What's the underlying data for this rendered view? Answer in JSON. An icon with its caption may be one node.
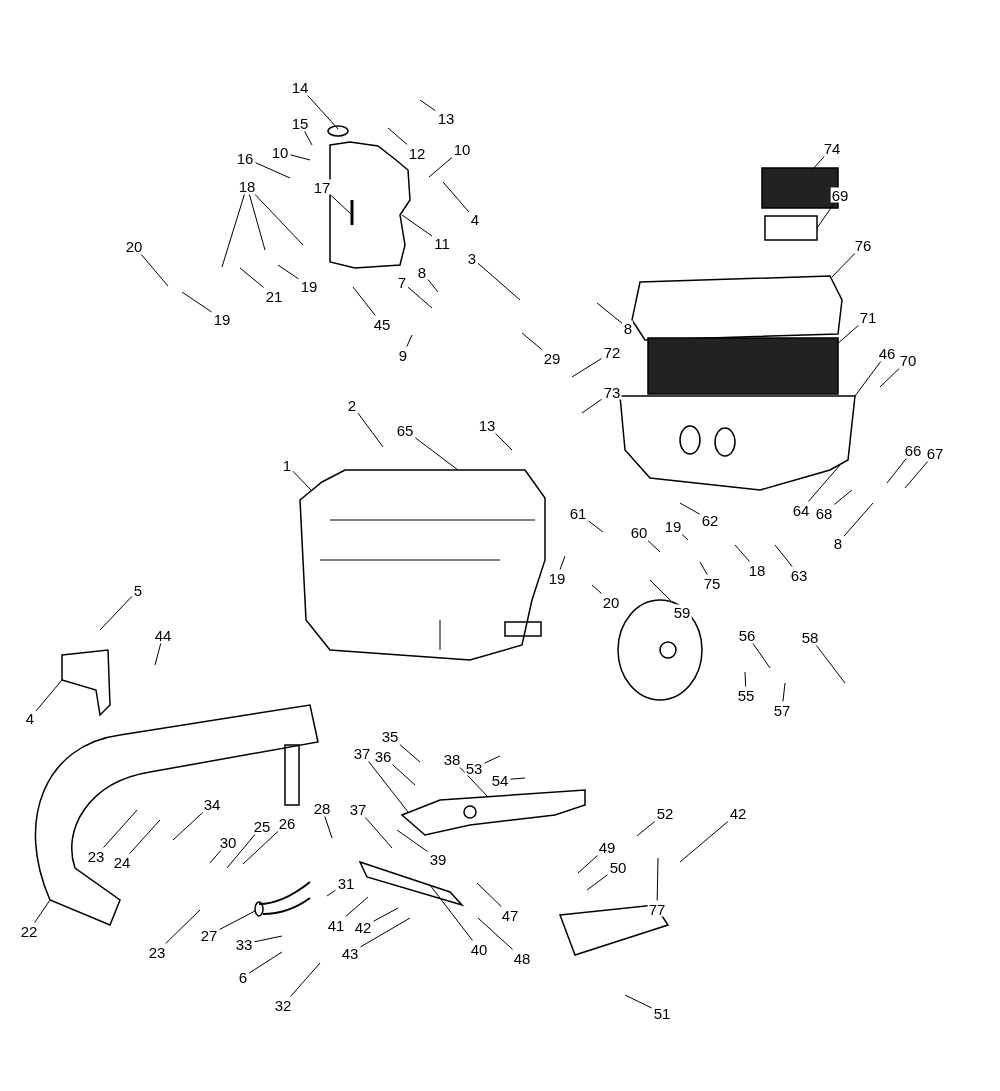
{
  "diagram": {
    "nodes": [
      {
        "text": [
          "14"
        ]
      },
      {
        "text": [
          "13"
        ]
      },
      {
        "text": [
          "15"
        ]
      },
      {
        "text": [
          "10"
        ]
      },
      {
        "text": [
          "10"
        ]
      },
      {
        "text": [
          "12"
        ]
      },
      {
        "text": [
          "16"
        ]
      },
      {
        "text": [
          "74"
        ]
      },
      {
        "text": [
          "18"
        ]
      },
      {
        "text": [
          "17"
        ]
      },
      {
        "text": [
          "4"
        ]
      },
      {
        "text": [
          "69"
        ]
      },
      {
        "text": [
          "11"
        ]
      },
      {
        "text": [
          "3"
        ]
      },
      {
        "text": [
          "76"
        ]
      },
      {
        "text": [
          "20"
        ]
      },
      {
        "text": [
          "8"
        ]
      },
      {
        "text": [
          "21"
        ]
      },
      {
        "text": [
          "19"
        ]
      },
      {
        "text": [
          "7"
        ]
      },
      {
        "text": [
          "45"
        ]
      },
      {
        "text": [
          "19"
        ]
      },
      {
        "text": [
          "71"
        ]
      },
      {
        "text": [
          "8"
        ]
      },
      {
        "text": [
          "9"
        ]
      },
      {
        "text": [
          "72"
        ]
      },
      {
        "text": [
          "29"
        ]
      },
      {
        "text": [
          "46"
        ]
      },
      {
        "text": [
          "70"
        ]
      },
      {
        "text": [
          "73"
        ]
      },
      {
        "text": [
          "2"
        ]
      },
      {
        "text": [
          "13"
        ]
      },
      {
        "text": [
          "65"
        ]
      },
      {
        "text": [
          "1"
        ]
      },
      {
        "text": [
          "66"
        ]
      },
      {
        "text": [
          "67"
        ]
      },
      {
        "text": [
          "64"
        ]
      },
      {
        "text": [
          "68"
        ]
      },
      {
        "text": [
          "61"
        ]
      },
      {
        "text": [
          "62"
        ]
      },
      {
        "text": [
          "19"
        ]
      },
      {
        "text": [
          "8"
        ]
      },
      {
        "text": [
          "60"
        ]
      },
      {
        "text": [
          "18"
        ]
      },
      {
        "text": [
          "63"
        ]
      },
      {
        "text": [
          "19"
        ]
      },
      {
        "text": [
          "75"
        ]
      },
      {
        "text": [
          "5"
        ]
      },
      {
        "text": [
          "20"
        ]
      },
      {
        "text": [
          "59"
        ]
      },
      {
        "text": [
          "44"
        ]
      },
      {
        "text": [
          "56"
        ]
      },
      {
        "text": [
          "58"
        ]
      },
      {
        "text": [
          "55"
        ]
      },
      {
        "text": [
          "57"
        ]
      },
      {
        "text": [
          "4"
        ]
      },
      {
        "text": [
          "35"
        ]
      },
      {
        "text": [
          "37"
        ]
      },
      {
        "text": [
          "36"
        ]
      },
      {
        "text": [
          "38"
        ]
      },
      {
        "text": [
          "53"
        ]
      },
      {
        "text": [
          "54"
        ]
      },
      {
        "text": [
          "52"
        ]
      },
      {
        "text": [
          "34"
        ]
      },
      {
        "text": [
          "28"
        ]
      },
      {
        "text": [
          "37"
        ]
      },
      {
        "text": [
          "42"
        ]
      },
      {
        "text": [
          "25"
        ]
      },
      {
        "text": [
          "26"
        ]
      },
      {
        "text": [
          "30"
        ]
      },
      {
        "text": [
          "49"
        ]
      },
      {
        "text": [
          "23"
        ]
      },
      {
        "text": [
          "24"
        ]
      },
      {
        "text": [
          "39"
        ]
      },
      {
        "text": [
          "50"
        ]
      },
      {
        "text": [
          "31"
        ]
      },
      {
        "text": [
          "47"
        ]
      },
      {
        "text": [
          "41"
        ]
      },
      {
        "text": [
          "42"
        ]
      },
      {
        "text": [
          "22"
        ]
      },
      {
        "text": [
          "27"
        ]
      },
      {
        "text": [
          "33"
        ]
      },
      {
        "text": [
          "23"
        ]
      },
      {
        "text": [
          "40"
        ]
      },
      {
        "text": [
          "43"
        ]
      },
      {
        "text": [
          "77"
        ]
      },
      {
        "text": [
          "48"
        ]
      },
      {
        "text": [
          "6"
        ]
      },
      {
        "text": [
          "32"
        ]
      },
      {
        "text": [
          "51"
        ]
      },
      {
        "text": [],
        "shape": "circle"
      },
      {
        "text": [],
        "shape": "picture"
      },
      {
        "text": [],
        "shape": "box"
      },
      {
        "text": [],
        "shape": "box"
      },
      {
        "text": [],
        "shape": "picture"
      },
      {
        "text": [],
        "shape": "box"
      },
      {
        "text": [],
        "shape": "picture"
      },
      {
        "text": [],
        "shape": "picture"
      },
      {
        "text": [],
        "shape": "picture"
      },
      {
        "text": [],
        "shape": "pipe"
      },
      {
        "text": [],
        "shape": "picture"
      },
      {
        "text": [],
        "shape": "picture"
      },
      {
        "text": [],
        "shape": "picture"
      }
    ],
    "edges": [
      {
        "from": 0,
        "to": 90,
        "arrow": "none"
      },
      {
        "from": 1,
        "to": null,
        "arrow": "none"
      },
      {
        "from": 2,
        "to": null,
        "arrow": "none"
      },
      {
        "from": 3,
        "to": null,
        "arrow": "none"
      },
      {
        "from": 4,
        "to": null,
        "arrow": "none"
      },
      {
        "from": 5,
        "to": null,
        "arrow": "none"
      },
      {
        "from": 6,
        "to": null,
        "arrow": "none"
      },
      {
        "from": 7,
        "to": 92,
        "arrow": "none"
      },
      {
        "from": 8,
        "to": null,
        "arrow": "none"
      },
      {
        "from": 8,
        "to": null,
        "arrow": "none"
      },
      {
        "from": 8,
        "to": null,
        "arrow": "none"
      },
      {
        "from": 9,
        "to": 91,
        "arrow": "none"
      },
      {
        "from": 10,
        "to": null,
        "arrow": "none"
      },
      {
        "from": 11,
        "to": 93,
        "arrow": "none"
      },
      {
        "from": 12,
        "to": 91,
        "arrow": "none"
      },
      {
        "from": 13,
        "to": null,
        "arrow": "none"
      },
      {
        "from": 14,
        "to": 94,
        "arrow": "none"
      },
      {
        "from": 15,
        "to": null,
        "arrow": "none"
      },
      {
        "from": 16,
        "to": null,
        "arrow": "none"
      },
      {
        "from": 17,
        "to": null,
        "arrow": "none"
      },
      {
        "from": 18,
        "to": null,
        "arrow": "none"
      },
      {
        "from": 19,
        "to": null,
        "arrow": "none"
      },
      {
        "from": 20,
        "to": null,
        "arrow": "none"
      },
      {
        "from": 21,
        "to": null,
        "arrow": "none"
      },
      {
        "from": 22,
        "to": 95,
        "arrow": "none"
      },
      {
        "from": 23,
        "to": null,
        "arrow": "none"
      },
      {
        "from": 24,
        "to": null,
        "arrow": "none"
      },
      {
        "from": 25,
        "to": null,
        "arrow": "none"
      },
      {
        "from": 26,
        "to": null,
        "arrow": "none"
      },
      {
        "from": 27,
        "to": 96,
        "arrow": "none"
      },
      {
        "from": 28,
        "to": null,
        "arrow": "none"
      },
      {
        "from": 29,
        "to": null,
        "arrow": "none"
      },
      {
        "from": 30,
        "to": null,
        "arrow": "none"
      },
      {
        "from": 31,
        "to": null,
        "arrow": "none"
      },
      {
        "from": 32,
        "to": 97,
        "arrow": "none"
      },
      {
        "from": 33,
        "to": 97,
        "arrow": "none"
      },
      {
        "from": 34,
        "to": null,
        "arrow": "none"
      },
      {
        "from": 35,
        "to": null,
        "arrow": "none"
      },
      {
        "from": 36,
        "to": 96,
        "arrow": "none"
      },
      {
        "from": 37,
        "to": null,
        "arrow": "none"
      },
      {
        "from": 38,
        "to": null,
        "arrow": "none"
      },
      {
        "from": 39,
        "to": null,
        "arrow": "none"
      },
      {
        "from": 40,
        "to": null,
        "arrow": "none"
      },
      {
        "from": 41,
        "to": null,
        "arrow": "none"
      },
      {
        "from": 42,
        "to": null,
        "arrow": "none"
      },
      {
        "from": 43,
        "to": null,
        "arrow": "none"
      },
      {
        "from": 44,
        "to": null,
        "arrow": "none"
      },
      {
        "from": 45,
        "to": null,
        "arrow": "none"
      },
      {
        "from": 46,
        "to": null,
        "arrow": "none"
      },
      {
        "from": 47,
        "to": null,
        "arrow": "none"
      },
      {
        "from": 48,
        "to": null,
        "arrow": "none"
      },
      {
        "from": 49,
        "to": null,
        "arrow": "none"
      },
      {
        "from": 50,
        "to": null,
        "arrow": "none"
      },
      {
        "from": 51,
        "to": null,
        "arrow": "none"
      },
      {
        "from": 52,
        "to": null,
        "arrow": "none"
      },
      {
        "from": 53,
        "to": null,
        "arrow": "none"
      },
      {
        "from": 54,
        "to": null,
        "arrow": "none"
      },
      {
        "from": 55,
        "to": 102,
        "arrow": "none"
      },
      {
        "from": 56,
        "to": null,
        "arrow": "none"
      },
      {
        "from": 57,
        "to": 100,
        "arrow": "none"
      },
      {
        "from": 58,
        "to": null,
        "arrow": "none"
      },
      {
        "from": 59,
        "to": 100,
        "arrow": "none"
      },
      {
        "from": 60,
        "to": null,
        "arrow": "none"
      },
      {
        "from": 61,
        "to": null,
        "arrow": "none"
      },
      {
        "from": 62,
        "to": null,
        "arrow": "none"
      },
      {
        "from": 63,
        "to": null,
        "arrow": "none"
      },
      {
        "from": 64,
        "to": null,
        "arrow": "none"
      },
      {
        "from": 65,
        "to": null,
        "arrow": "none"
      },
      {
        "from": 66,
        "to": null,
        "arrow": "none"
      },
      {
        "from": 67,
        "to": null,
        "arrow": "none"
      },
      {
        "from": 68,
        "to": null,
        "arrow": "none"
      },
      {
        "from": 69,
        "to": null,
        "arrow": "none"
      },
      {
        "from": 70,
        "to": null,
        "arrow": "none"
      },
      {
        "from": 71,
        "to": null,
        "arrow": "none"
      },
      {
        "from": 72,
        "to": null,
        "arrow": "none"
      },
      {
        "from": 73,
        "to": null,
        "arrow": "none"
      },
      {
        "from": 74,
        "to": null,
        "arrow": "none"
      },
      {
        "from": 75,
        "to": null,
        "arrow": "none"
      },
      {
        "from": 76,
        "to": null,
        "arrow": "none"
      },
      {
        "from": 77,
        "to": null,
        "arrow": "none"
      },
      {
        "from": 78,
        "to": null,
        "arrow": "none"
      },
      {
        "from": 79,
        "to": 98,
        "arrow": "none"
      },
      {
        "from": 80,
        "to": 99,
        "arrow": "none"
      },
      {
        "from": 81,
        "to": null,
        "arrow": "none"
      },
      {
        "from": 82,
        "to": null,
        "arrow": "none"
      },
      {
        "from": 83,
        "to": 101,
        "arrow": "none"
      },
      {
        "from": 84,
        "to": null,
        "arrow": "none"
      },
      {
        "from": 85,
        "to": null,
        "arrow": "none"
      },
      {
        "from": 86,
        "to": null,
        "arrow": "none"
      },
      {
        "from": 87,
        "to": null,
        "arrow": "none"
      },
      {
        "from": 88,
        "to": null,
        "arrow": "none"
      },
      {
        "from": 89,
        "to": null,
        "arrow": "none"
      }
    ]
  }
}
